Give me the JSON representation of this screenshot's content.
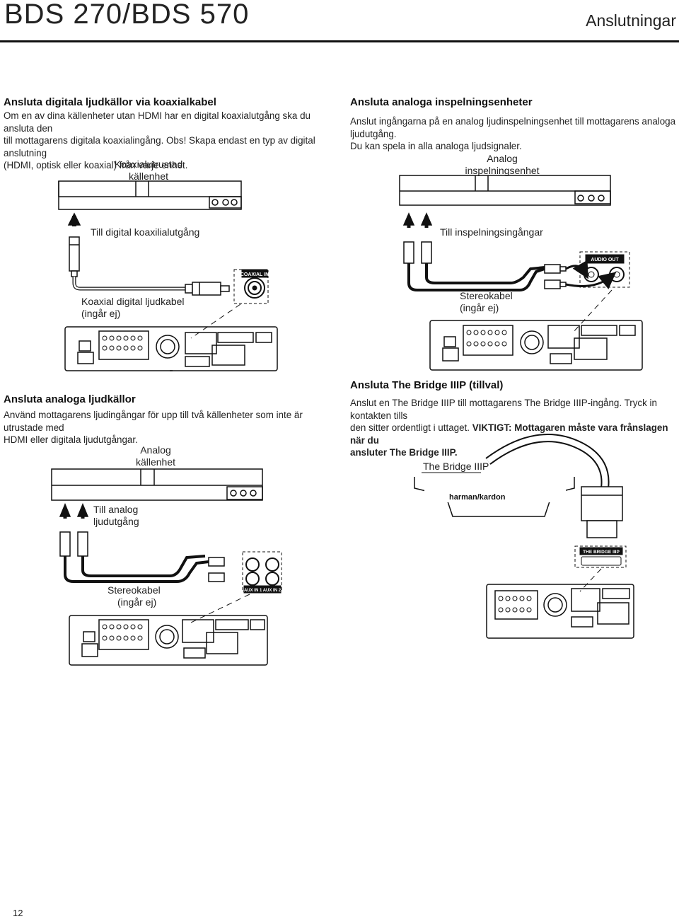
{
  "header": {
    "title": "BDS 270/BDS 570",
    "section": "Anslutningar"
  },
  "sections": {
    "coax": {
      "heading": "Ansluta digitala ljudkällor via koaxialkabel",
      "body_lines": [
        "Om en av dina källenheter utan HDMI har en digital koaxialutgång ska du ansluta den",
        "till mottagarens digitala koaxialingång. Obs! Skapa endast en typ av digital anslutning",
        "(HDMI, optisk eller koaxial) från varje enhet."
      ],
      "device_caption_lines": [
        "Koaxialutrustad",
        "källenhet"
      ],
      "arrow_label": "Till digital koaxilialutgång",
      "cable_caption_lines": [
        "Koaxial digital ljudkabel",
        "(ingår ej)"
      ],
      "jack_label": "COAXIAL IN"
    },
    "analog_rec": {
      "heading": "Ansluta analoga inspelningsenheter",
      "body_lines": [
        "Anslut ingångarna på en analog ljudinspelningsenhet till mottagarens analoga ljudutgång.",
        "Du kan spela in alla analoga ljudsignaler."
      ],
      "device_caption_lines": [
        "Analog",
        "inspelningsenhet"
      ],
      "arrow_label": "Till inspelningsingångar",
      "cable_caption_lines": [
        "Stereokabel",
        "(ingår ej)"
      ],
      "jack_label": "AUDIO OUT"
    },
    "analog_src": {
      "heading": "Ansluta analoga ljudkällor",
      "body_lines": [
        "Använd mottagarens ljudingångar för upp till två källenheter som inte är utrustade med",
        "HDMI eller digitala ljudutgångar."
      ],
      "device_caption_lines": [
        "Analog",
        "källenhet"
      ],
      "arrow_label_lines": [
        "Till analog",
        "ljudutgång"
      ],
      "cable_caption_lines": [
        "Stereokabel",
        "(ingår ej)"
      ],
      "jack_label": "AUX IN 1   AUX IN 2"
    },
    "bridge": {
      "heading": "Ansluta The Bridge IIIP (tillval)",
      "body_lines": [
        "Anslut en The Bridge IIIP till mottagarens The Bridge IIIP-ingång. Tryck in kontakten tills",
        "den sitter ordentligt i uttaget."
      ],
      "body_bold": "VIKTIGT: Mottagaren måste vara frånslagen när du",
      "body_bold_2": "ansluter The Bridge IIIP.",
      "device_label": "The Bridge IIIP",
      "brand": "harman/kardon",
      "jack_label": "THE BRIDGE IIIP"
    }
  },
  "page_number": "12"
}
